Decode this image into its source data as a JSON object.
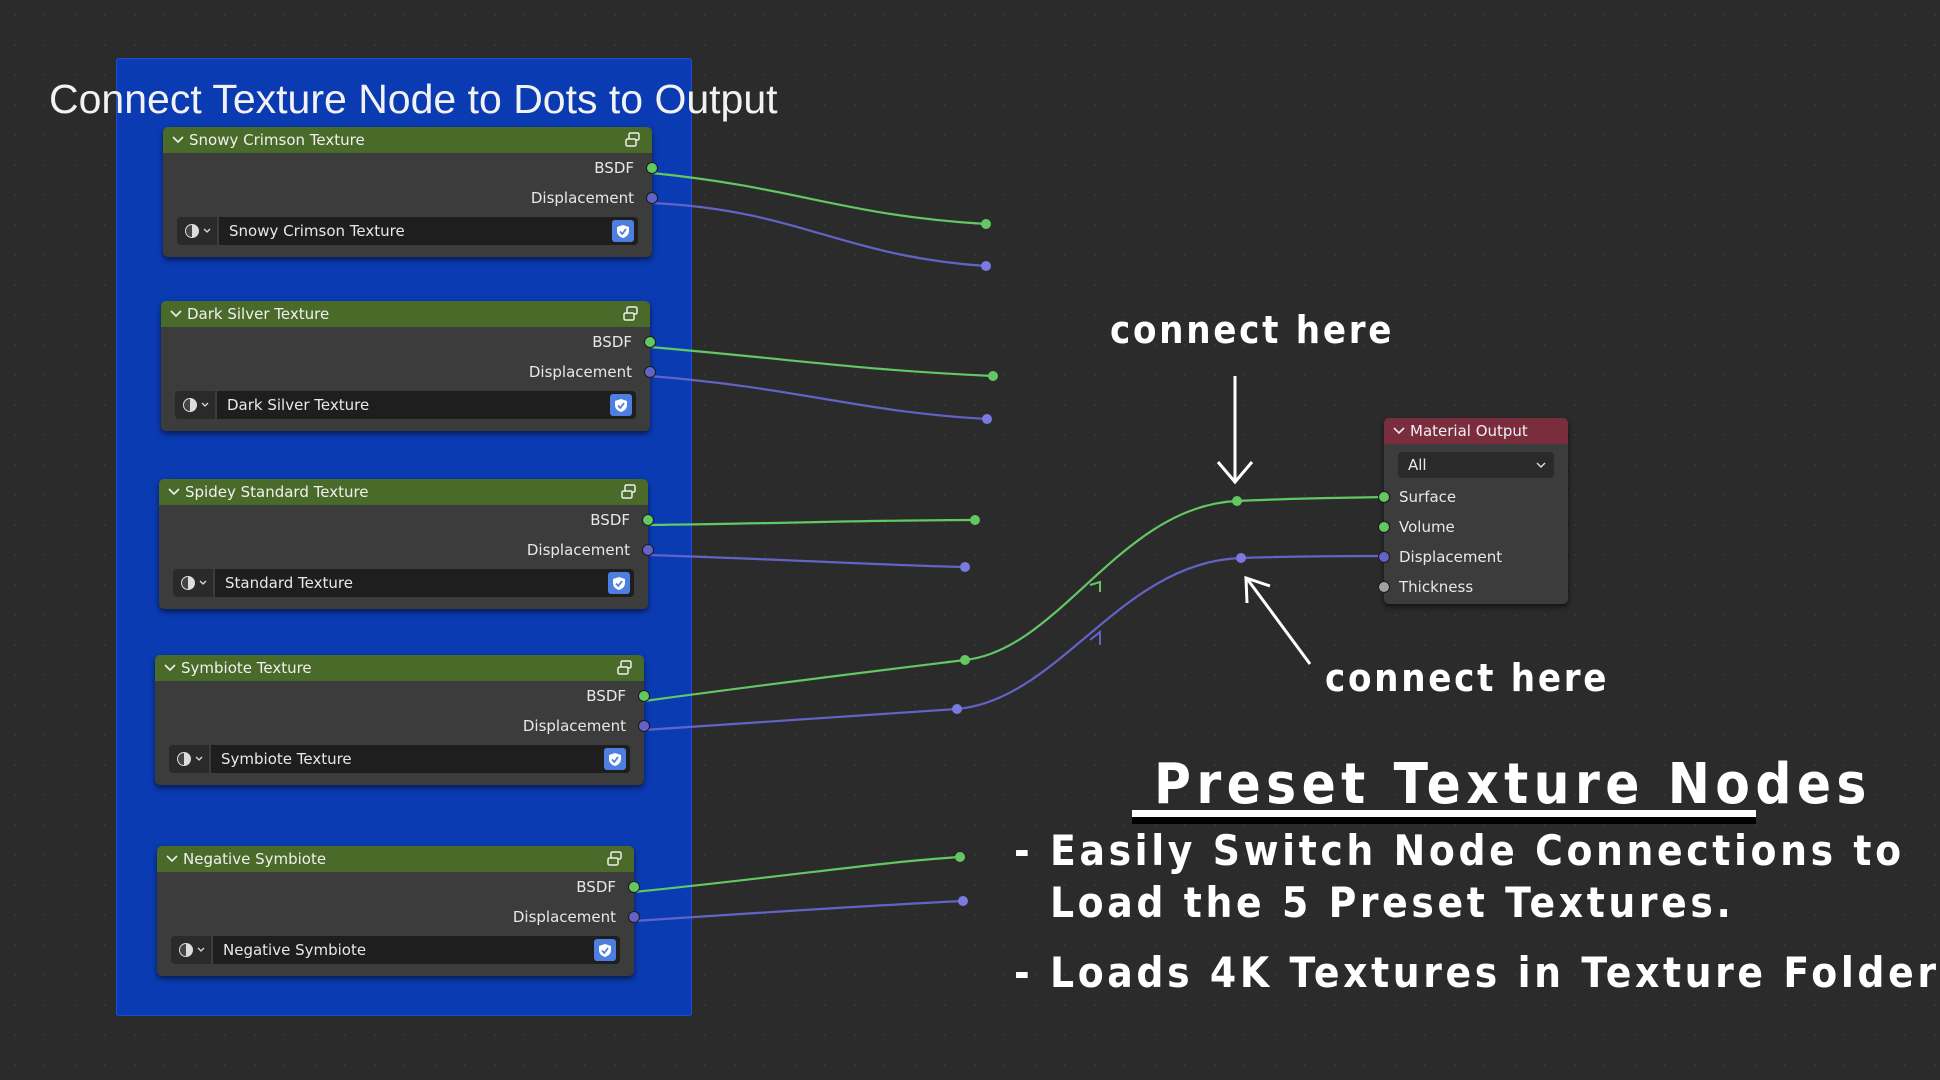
{
  "frame": {
    "title": "Connect Texture Node to Dots to Output",
    "color": "#0b3bb3"
  },
  "texture_nodes": [
    {
      "title": "Snowy Crimson Texture",
      "outputs": [
        "BSDF",
        "Displacement"
      ],
      "field_value": "Snowy Crimson Texture"
    },
    {
      "title": "Dark Silver Texture",
      "outputs": [
        "BSDF",
        "Displacement"
      ],
      "field_value": "Dark Silver Texture"
    },
    {
      "title": "Spidey Standard Texture",
      "outputs": [
        "BSDF",
        "Displacement"
      ],
      "field_value": "Standard Texture"
    },
    {
      "title": "Symbiote Texture",
      "outputs": [
        "BSDF",
        "Displacement"
      ],
      "field_value": "Symbiote Texture"
    },
    {
      "title": "Negative Symbiote",
      "outputs": [
        "BSDF",
        "Displacement"
      ],
      "field_value": "Negative Symbiote"
    }
  ],
  "material_output": {
    "title": "Material Output",
    "target": "All",
    "inputs": [
      "Surface",
      "Volume",
      "Displacement",
      "Thickness"
    ]
  },
  "annotations": {
    "connect_top": "connect here",
    "connect_bottom": "connect here",
    "preset_title": "Preset Texture Nodes",
    "bullet1_line1": "- Easily Switch Node Connections to",
    "bullet1_line2": "Load the 5 Preset Textures.",
    "bullet2": "- Loads 4K Textures in Texture Folder"
  },
  "colors": {
    "texture_header": "#4a6a2a",
    "output_header": "#7a2d3d",
    "shader_socket": "#63c763",
    "vector_socket": "#6363c7",
    "float_socket": "#a1a1a1",
    "background": "#2b2b2b"
  },
  "icons": {
    "collapse": "chevron-down-icon",
    "node_group": "node-group-icon",
    "data_browse": "material-sphere-icon",
    "fake_user": "shield-icon"
  }
}
